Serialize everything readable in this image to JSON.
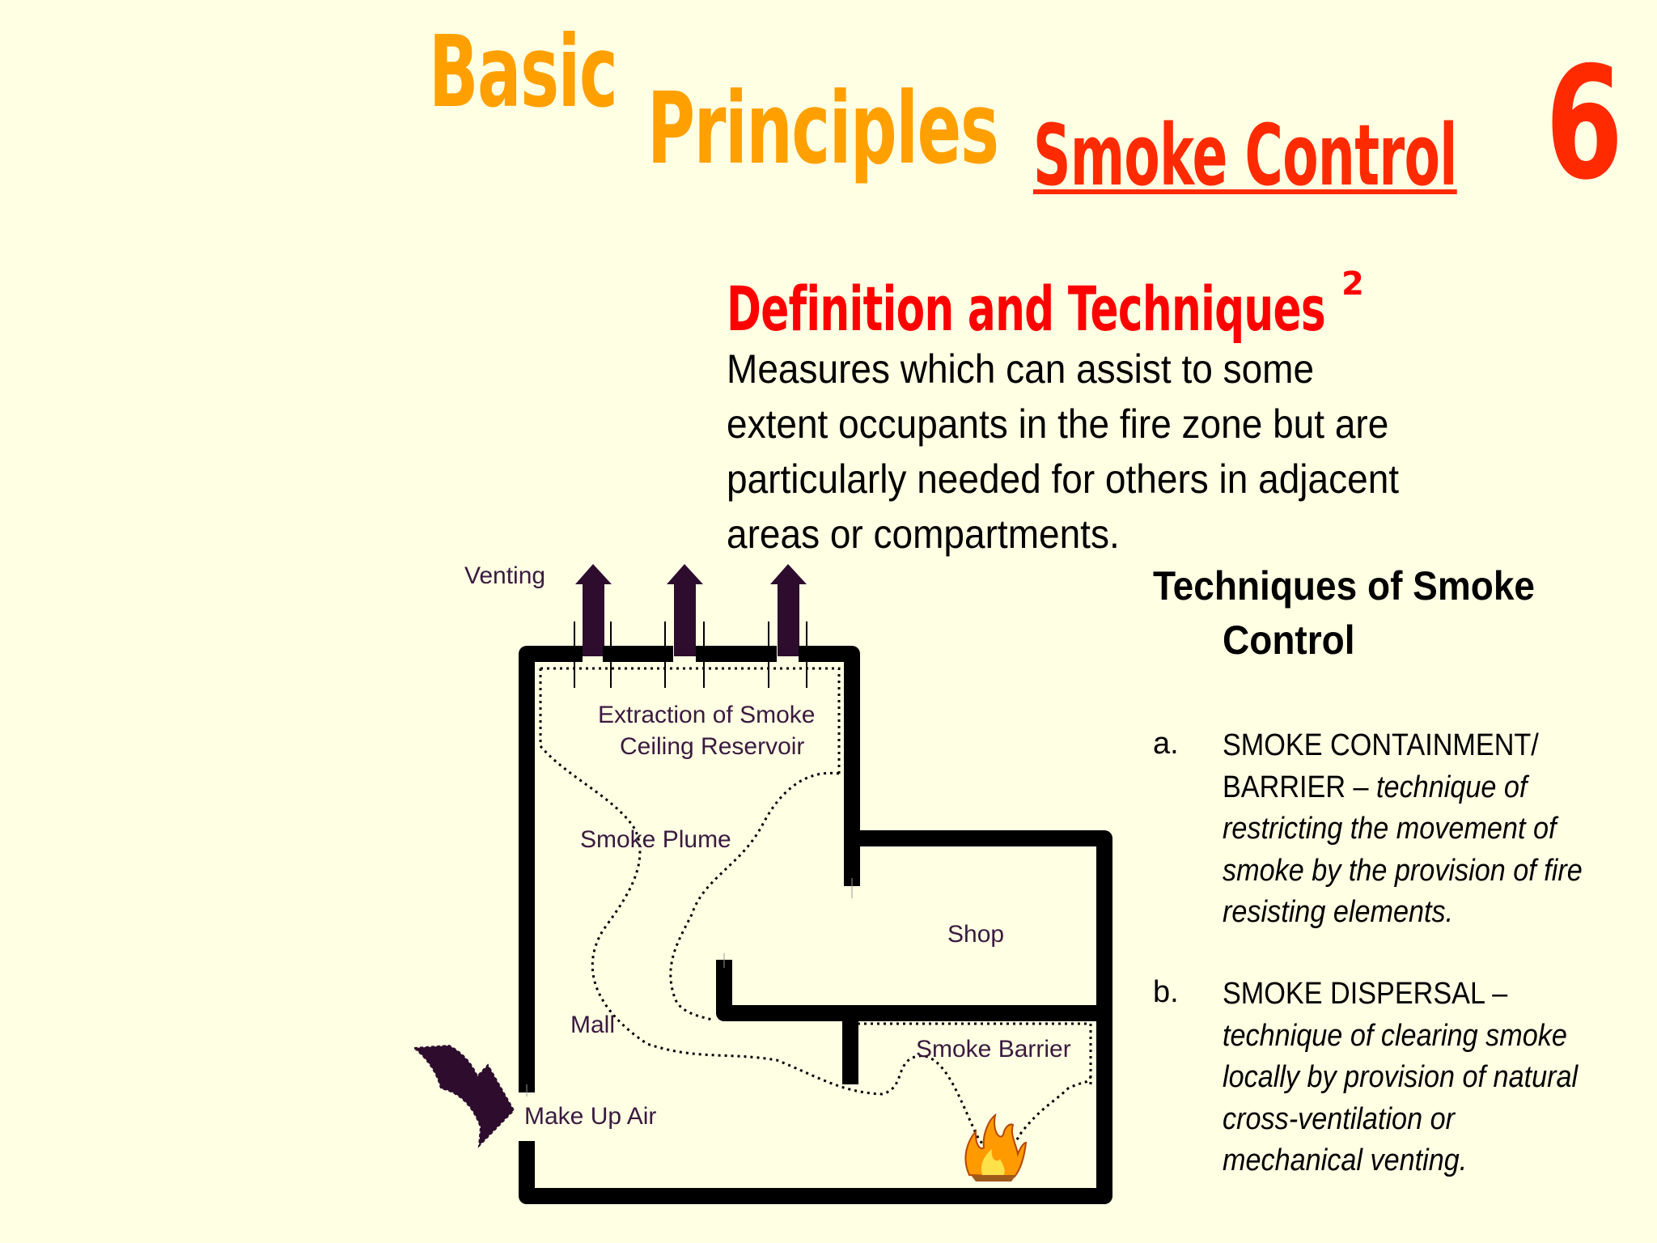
{
  "header": {
    "title_basic": "Basic",
    "title_principles": "Principles",
    "title_topic": "Smoke Control",
    "chapter_number": "6"
  },
  "section": {
    "subtitle": "Definition and Techniques",
    "subtitle_superscript": "2",
    "definition": "Measures which can assist to some extent occupants in the fire zone but are particularly needed for others in adjacent areas or compartments."
  },
  "techniques": {
    "heading_line1": "Techniques of Smoke",
    "heading_line2": "Control",
    "items": [
      {
        "marker": "a.",
        "term": "SMOKE CONTAINMENT/ BARRIER – ",
        "description": "technique of restricting the movement of smoke by the provision of fire resisting elements."
      },
      {
        "marker": "b.",
        "term": "SMOKE DISPERSAL – ",
        "description": "technique of clearing smoke locally by provision of natural cross-ventilation or mechanical venting."
      }
    ]
  },
  "diagram": {
    "labels": {
      "venting": "Venting",
      "extraction": "Extraction of Smoke",
      "reservoir": "Ceiling Reservoir",
      "plume": "Smoke Plume",
      "shop": "Shop",
      "mall": "Mall",
      "barrier": "Smoke Barrier",
      "makeup_air": "Make Up Air"
    },
    "colors": {
      "wall": "#000000",
      "arrow": "#2d0c2e",
      "label": "#3a1a40",
      "fire": "#ff9a00"
    }
  }
}
